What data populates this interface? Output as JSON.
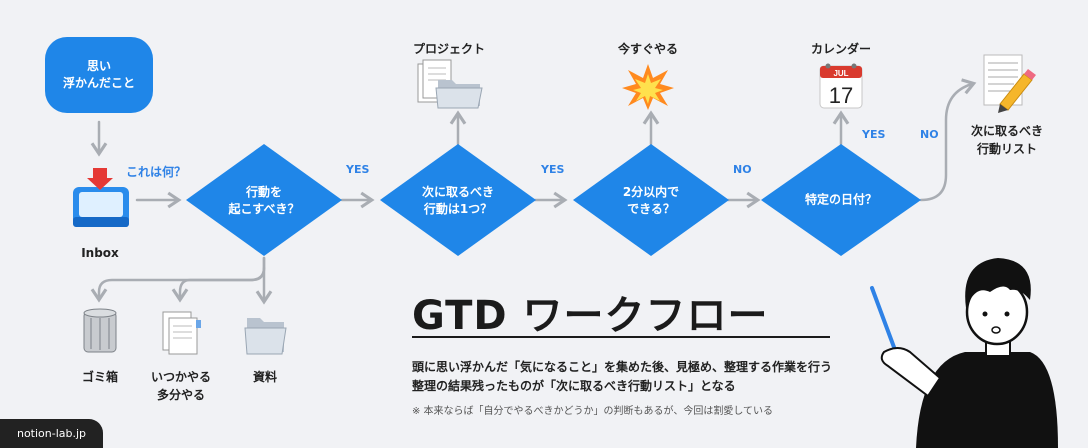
{
  "start_node": {
    "line1": "思い",
    "line2": "浮かんだこと"
  },
  "inbox": {
    "label": "Inbox",
    "question": "これは何？"
  },
  "decisions": [
    {
      "line1": "行動を",
      "line2": "起こすべき？"
    },
    {
      "line1": "次に取るべき",
      "line2": "行動は1つ？"
    },
    {
      "line1": "2分以内で",
      "line2": "できる？"
    },
    {
      "line1": "特定の日付？",
      "line2": ""
    }
  ],
  "edge_labels": {
    "yes1": "YES",
    "yes2": "YES",
    "no1": "NO",
    "yes3": "YES",
    "no2": "NO"
  },
  "outcomes": {
    "project": "プロジェクト",
    "do_now": "今すぐやる",
    "calendar": "カレンダー",
    "next_action_line1": "次に取るべき",
    "next_action_line2": "行動リスト",
    "trash": "ゴミ箱",
    "someday_line1": "いつかやる",
    "someday_line2": "多分やる",
    "reference": "資料"
  },
  "calendar_icon": {
    "month": "JUL",
    "day": "17"
  },
  "title": "GTD ワークフロー",
  "description": {
    "line1": "頭に思い浮かんだ「気になること」を集めた後、見極め、整理する作業を行う",
    "line2": "整理の結果残ったものが「次に取るべき行動リスト」となる"
  },
  "note": "※ 本来ならば「自分でやるべきかどうか」の判断もあるが、今回は割愛している",
  "badge": "notion-lab.jp",
  "colors": {
    "accent": "#1f86e8",
    "background": "#f1f2f5",
    "arrow": "#a9adb3",
    "yes_text": "#2f82e6"
  }
}
